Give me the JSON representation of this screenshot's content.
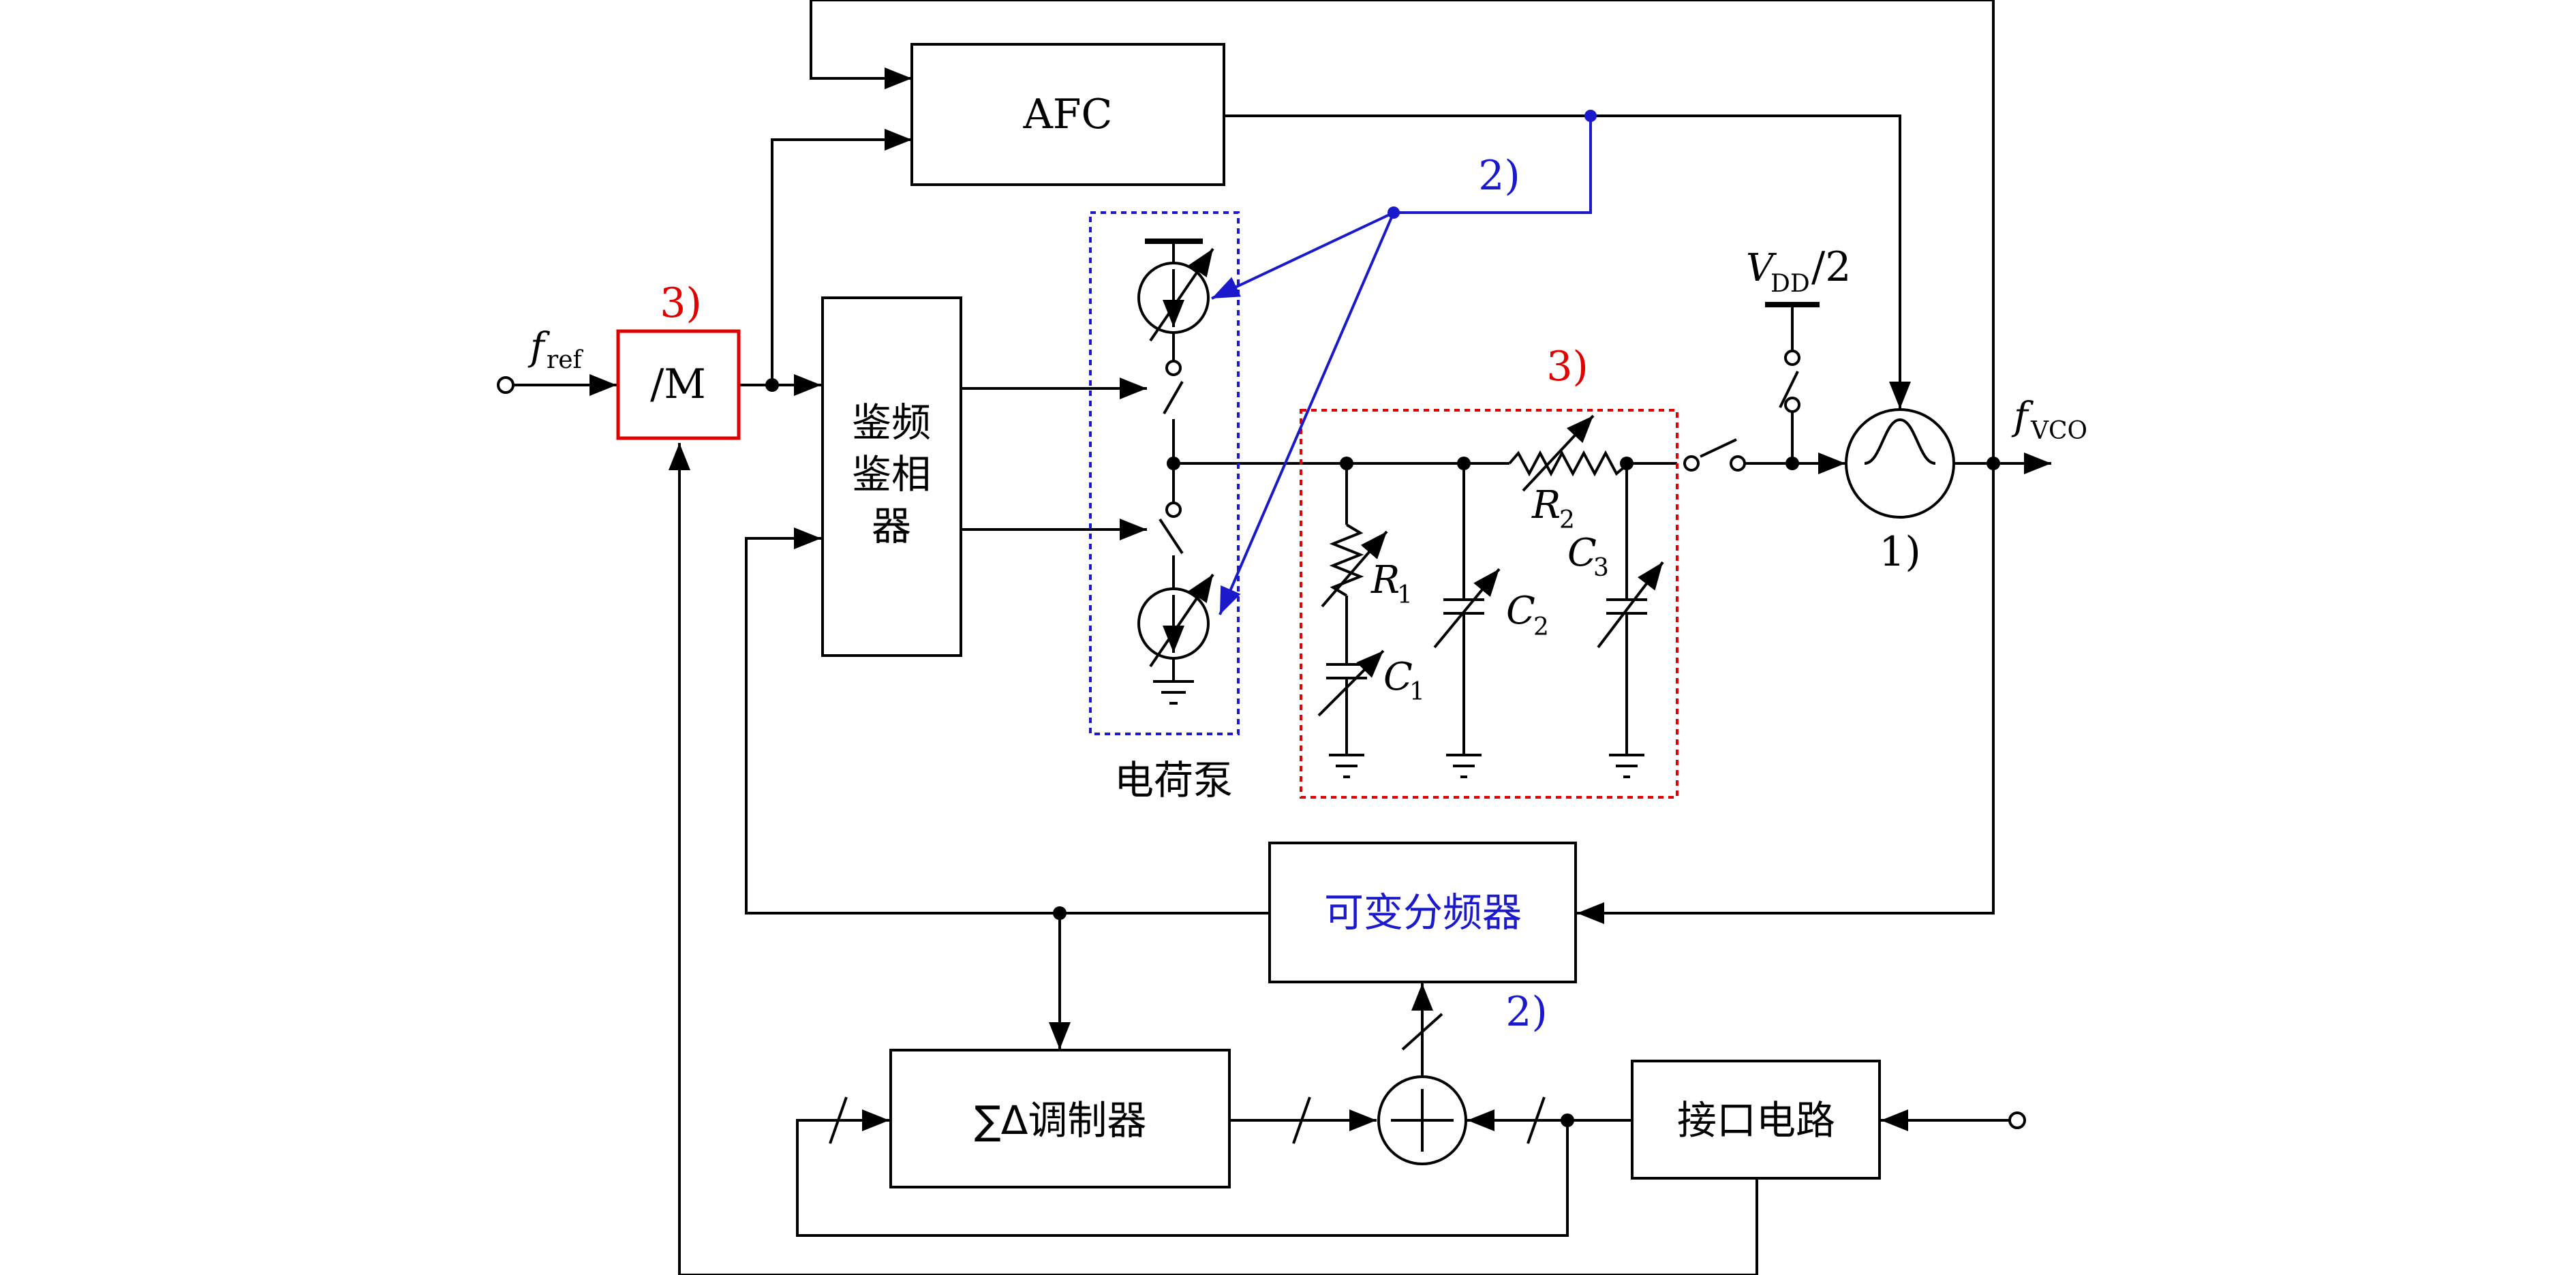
{
  "blocks": {
    "afc": "AFC",
    "pfd": [
      "鉴频",
      "鉴相",
      "器"
    ],
    "divider_m": "/M",
    "variable_divider": "可变分频器",
    "sigma_delta": "∑Δ调制器",
    "interface": "接口电路",
    "charge_pump": "电荷泵"
  },
  "signals": {
    "fref_main": "f",
    "fref_sub": "ref",
    "fvco_main": "f",
    "fvco_sub": "VCO",
    "vdd_main": "V",
    "vdd_sub": "DD",
    "vdd_tail": "/2"
  },
  "components": {
    "r1": "R",
    "r1_sub": "1",
    "r2": "R",
    "r2_sub": "2",
    "c1": "C",
    "c1_sub": "1",
    "c2": "C",
    "c2_sub": "2",
    "c3": "C",
    "c3_sub": "3"
  },
  "annotations": {
    "vco": "1)",
    "afc_tuning": "2)",
    "divider_tuning": "2)",
    "divider_m": "3)",
    "loop_filter": "3)"
  },
  "colors": {
    "wire": "#000000",
    "highlight_red": "#e00000",
    "highlight_blue": "#1a1acc"
  }
}
